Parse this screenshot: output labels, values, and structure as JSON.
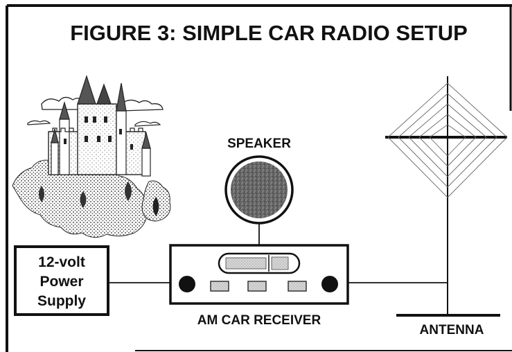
{
  "title": "FIGURE 3:  SIMPLE CAR RADIO SETUP",
  "components": {
    "power_supply": {
      "line1": "12-volt",
      "line2": "Power",
      "line3": "Supply"
    },
    "speaker": {
      "label": "SPEAKER"
    },
    "receiver": {
      "label": "AM CAR RECEIVER"
    },
    "antenna": {
      "label": "ANTENNA"
    }
  },
  "illustration": {
    "subject": "castle-illustration"
  },
  "colors": {
    "ink": "#111111",
    "speaker_fill": "#5a5a5a",
    "button_fill": "#cfcfcf",
    "paper": "#ffffff"
  }
}
